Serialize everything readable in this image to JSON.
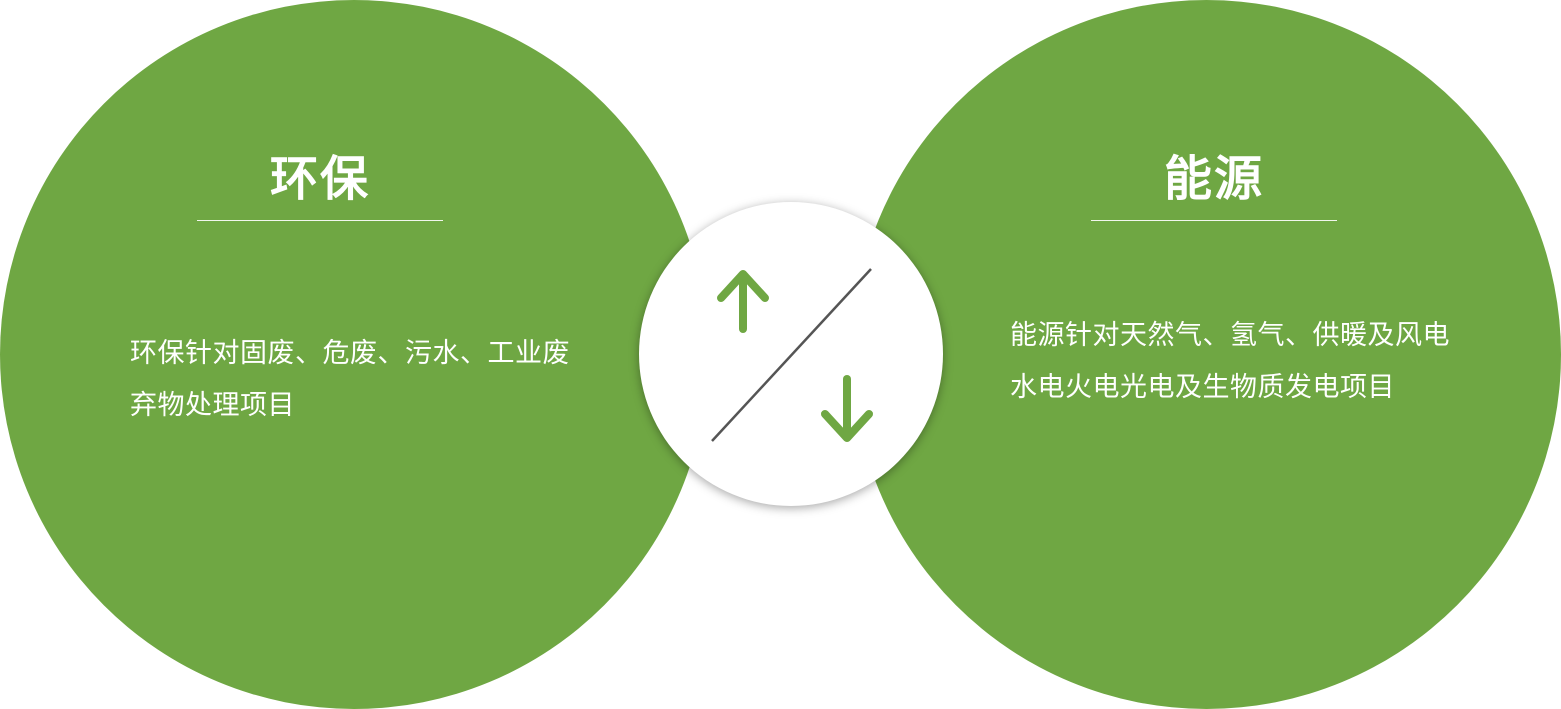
{
  "colors": {
    "green": "#6fa743",
    "white": "#ffffff",
    "divider": "#555555"
  },
  "left": {
    "title": "环保",
    "description_lines": [
      "环保针对固废、危废、污水、工业废",
      "弃物处理项目"
    ]
  },
  "right": {
    "title": "能源",
    "description_lines": [
      "能源针对天然气、氢气、供暖及风电",
      "水电火电光电及生物质发电项目"
    ]
  },
  "center": {
    "icons": [
      "arrow-up-icon",
      "arrow-down-icon"
    ]
  }
}
